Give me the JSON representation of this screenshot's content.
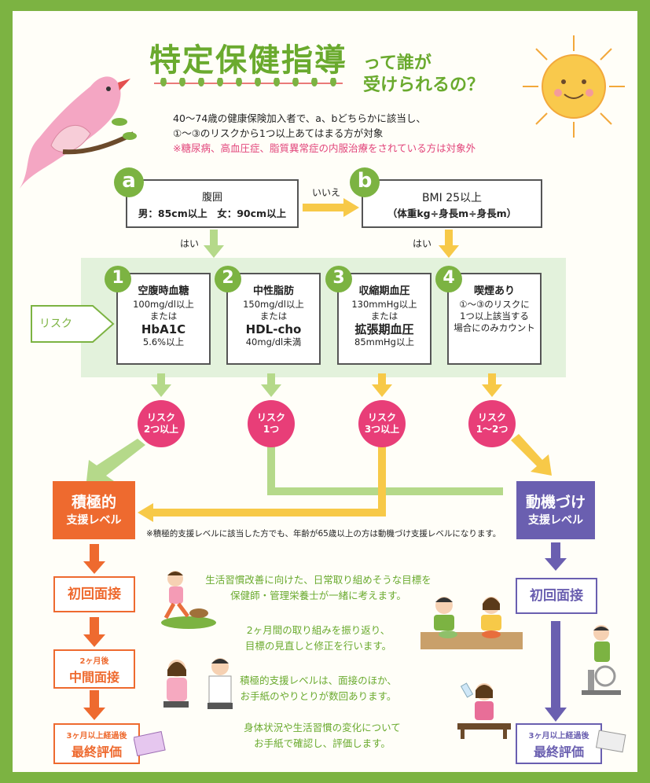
{
  "title": {
    "main": "特定保健指導",
    "sub1": "って誰が",
    "sub2": "受けられるの？"
  },
  "intro": {
    "line1": "40～74歳の健康保険加入者で、a、bどちらかに該当し、",
    "line2": "①～③のリスクから1つ以上あてはまる方が対象",
    "note": "※糖尿病、高血圧症、脂質異常症の内服治療をされている方は対象外"
  },
  "criteria": {
    "a": {
      "badge": "a",
      "label": "腹囲",
      "detail": "男：85cm以上　女：90cm以上"
    },
    "b": {
      "badge": "b",
      "label": "BMI 25以上",
      "detail": "（体重kg÷身長m÷身長m）"
    },
    "no_label": "いいえ",
    "yes_a": "はい",
    "yes_b": "はい"
  },
  "risk_label": "リスク",
  "risks": [
    {
      "num": "1",
      "head": "空腹時血糖",
      "l1": "100mg/dl以上",
      "l2": "または",
      "big": "HbA1C",
      "l3": "5.6%以上"
    },
    {
      "num": "2",
      "head": "中性脂肪",
      "l1": "150mg/dl以上",
      "l2": "または",
      "big": "HDL-cho",
      "l3": "40mg/dl未満"
    },
    {
      "num": "3",
      "head": "収縮期血圧",
      "l1": "130mmHg以上",
      "l2": "または",
      "big": "拡張期血圧",
      "l3": "85mmHg以上"
    },
    {
      "num": "4",
      "head": "喫煙あり",
      "l1": "①～③のリスクに",
      "l2": "1つ以上該当する",
      "big": "",
      "l3": "場合にのみカウント"
    }
  ],
  "bubbles": [
    {
      "l1": "リスク",
      "l2": "2つ以上"
    },
    {
      "l1": "リスク",
      "l2": "1つ"
    },
    {
      "l1": "リスク",
      "l2": "3つ以上"
    },
    {
      "l1": "リスク",
      "l2": "1～2つ"
    }
  ],
  "levels": {
    "active": {
      "l1": "積極的",
      "l2": "支援レベル",
      "color": "#ee6a2f"
    },
    "motivation": {
      "l1": "動機づけ",
      "l2": "支援レベル",
      "color": "#6a5fb0"
    }
  },
  "footnote": "※積極的支援レベルに該当した方でも、年齢が65歳以上の方は動機づけ支援レベルになります。",
  "steps_active": [
    {
      "small": "",
      "main": "初回面接"
    },
    {
      "small": "2ヶ月後",
      "main": "中間面接"
    },
    {
      "small": "3ヶ月以上経過後",
      "main": "最終評価"
    }
  ],
  "steps_motivation": [
    {
      "small": "",
      "main": "初回面接"
    },
    {
      "small": "3ヶ月以上経過後",
      "main": "最終評価"
    }
  ],
  "descriptions": [
    {
      "l1": "生活習慣改善に向けた、日常取り組めそうな目標を",
      "l2": "保健師・管理栄養士が一緒に考えます。"
    },
    {
      "l1": "2ヶ月間の取り組みを振り返り、",
      "l2": "目標の見直しと修正を行います。"
    },
    {
      "l1": "積極的支援レベルは、面接のほか、",
      "l2": "お手紙のやりとりが数回あります。"
    },
    {
      "l1": "身体状況や生活習慣の変化について",
      "l2": "お手紙で確認し、評価します。"
    }
  ],
  "colors": {
    "green": "#7cb342",
    "pink": "#e83e78",
    "orange": "#ee6a2f",
    "purple": "#6a5fb0",
    "yellow_arrow": "#f7c948",
    "green_arrow": "#b5d98a"
  }
}
